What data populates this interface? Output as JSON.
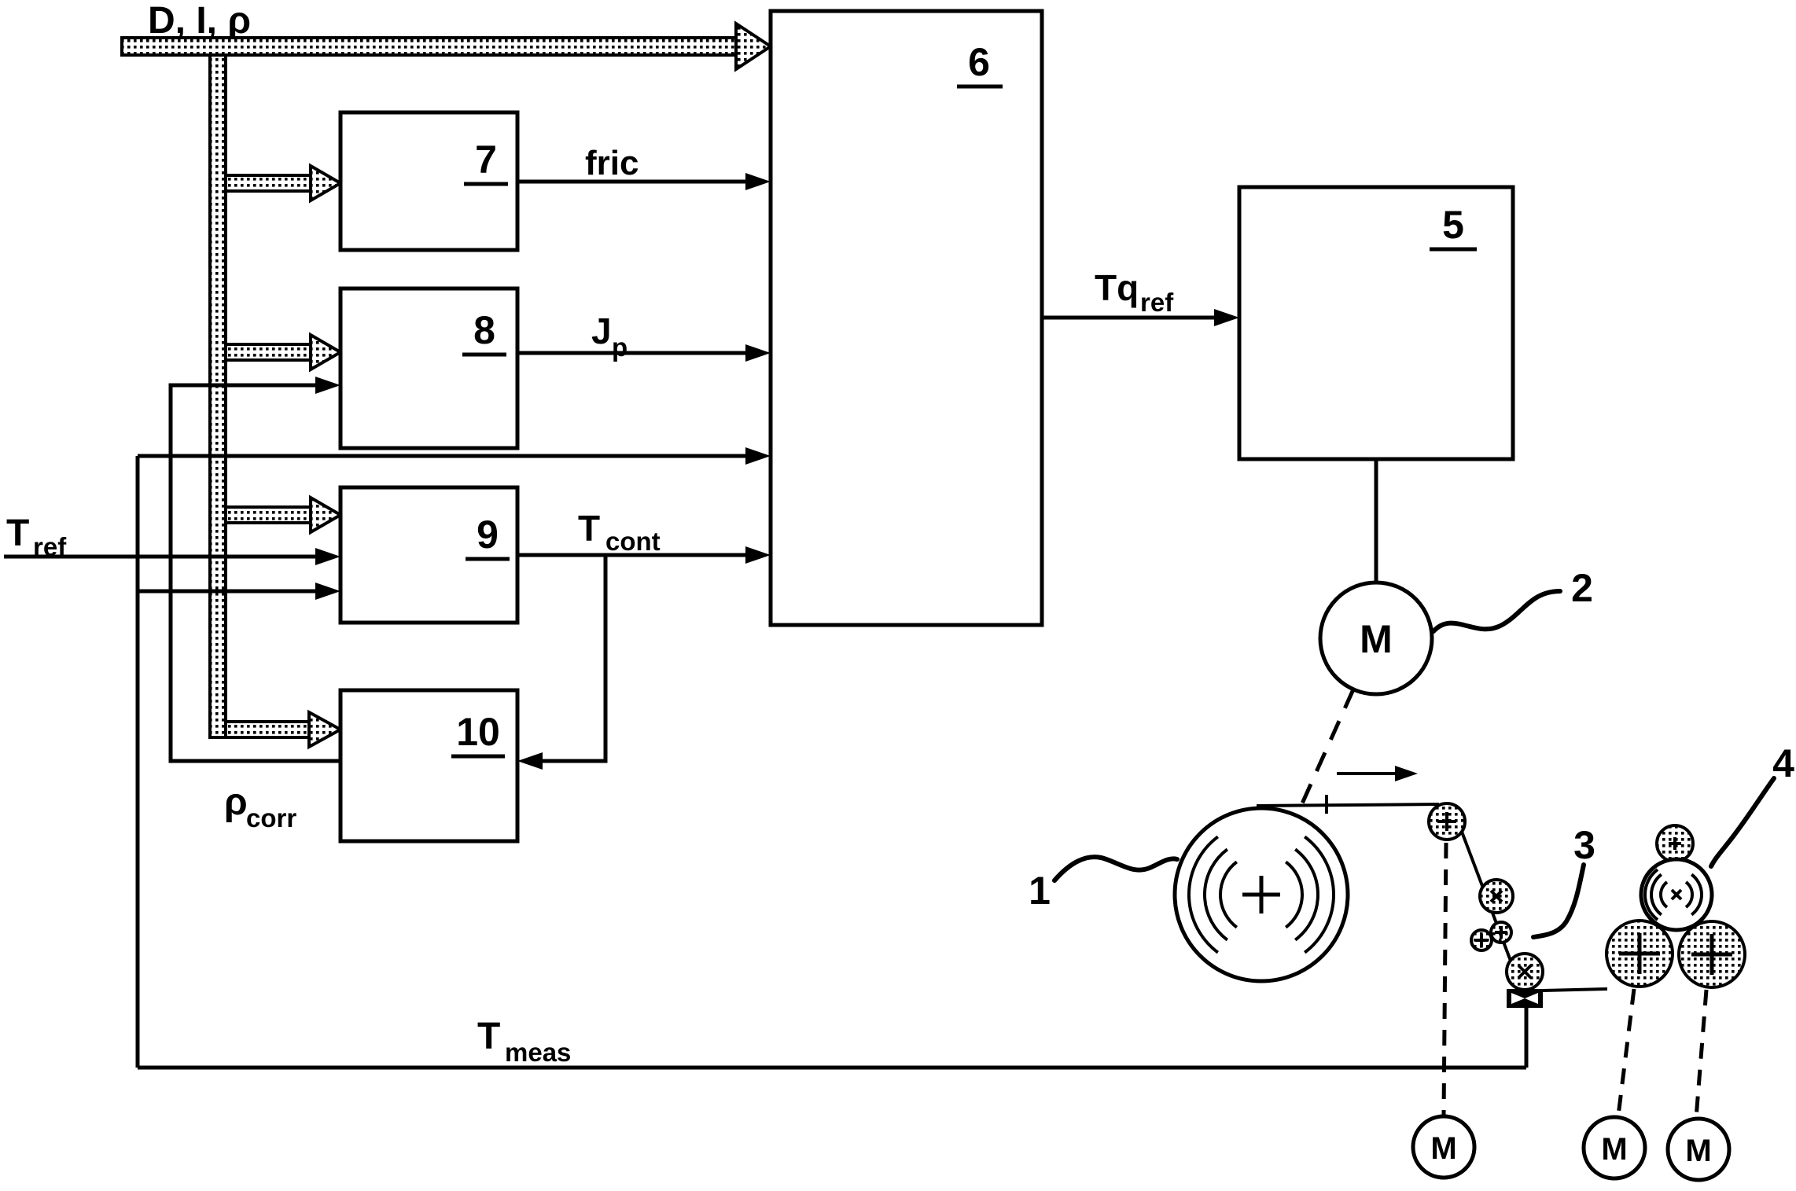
{
  "labels": {
    "bus": "D, I, ρ",
    "fric": "fric",
    "jp": {
      "base": "J",
      "sub": "p"
    },
    "tcont": {
      "base": "T",
      "sub": "cont"
    },
    "tqref": {
      "base": "Tq",
      "sub": "ref"
    },
    "tref": {
      "base": "T",
      "sub": "ref"
    },
    "tmeas": {
      "base": "T",
      "sub": "meas"
    },
    "rho_corr": {
      "base": "ρ",
      "sub": "corr"
    }
  },
  "blocks": {
    "b5": "5",
    "b6": "6",
    "b7": "7",
    "b8": "8",
    "b9": "9",
    "b10": "10"
  },
  "machine": {
    "motor": "M",
    "ref_reel": "1",
    "ref_reel_motor": "2",
    "ref_pull_roller": "3",
    "ref_winder": "4"
  },
  "colors": {
    "ink": "#000000",
    "paper": "#ffffff"
  }
}
